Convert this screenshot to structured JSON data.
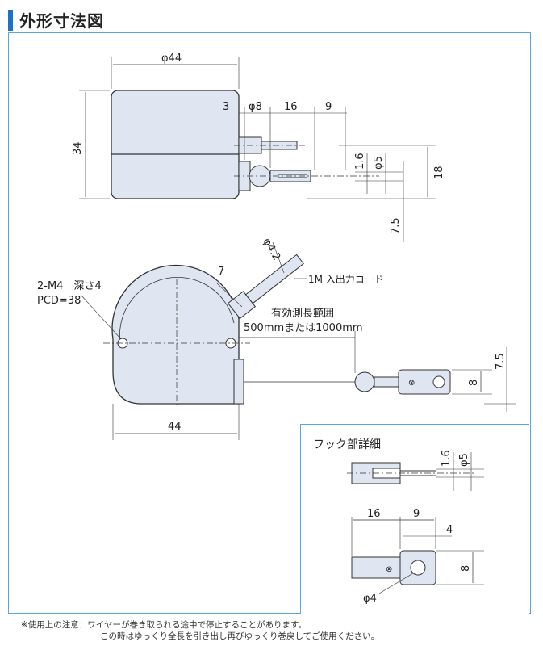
{
  "header": {
    "title": "外形寸法図"
  },
  "top_view": {
    "dim_width": "φ44",
    "dim_height": "34",
    "dim_3": "3",
    "dim_phi8": "φ8",
    "dim_16": "16",
    "dim_9": "9",
    "dim_1_6": "1.6",
    "dim_phi5": "φ5",
    "dim_18": "18",
    "dim_7_5": "7.5"
  },
  "front_view": {
    "dim_cable_dia": "φ4.2",
    "dim_7": "7",
    "cable_label": "1M 入出力コード",
    "mount_label_1": "2-M4　深さ4",
    "mount_label_2": "PCD=38",
    "range_label_1": "有効測長範囲",
    "range_label_2": "500mmまたは1000mm",
    "dim_width": "44",
    "dim_8": "8",
    "dim_7_5": "7.5"
  },
  "detail": {
    "title": "フック部詳細",
    "dim_1_6": "1.6",
    "dim_phi5": "φ5",
    "dim_16": "16",
    "dim_9": "9",
    "dim_4": "4",
    "dim_8": "8",
    "dim_phi4": "φ4"
  },
  "notes": {
    "line1": "※使用上の注意：ワイヤーが巻き取られる途中で停止することがあります。",
    "line2": "この時はゆっくり全長を引き出し再びゆっくり巻戻してご使用ください。"
  },
  "colors": {
    "accent": "#1a73c6",
    "frame": "#5aa6d8",
    "body_fill": "#dfe6f2",
    "stroke": "#333333"
  }
}
